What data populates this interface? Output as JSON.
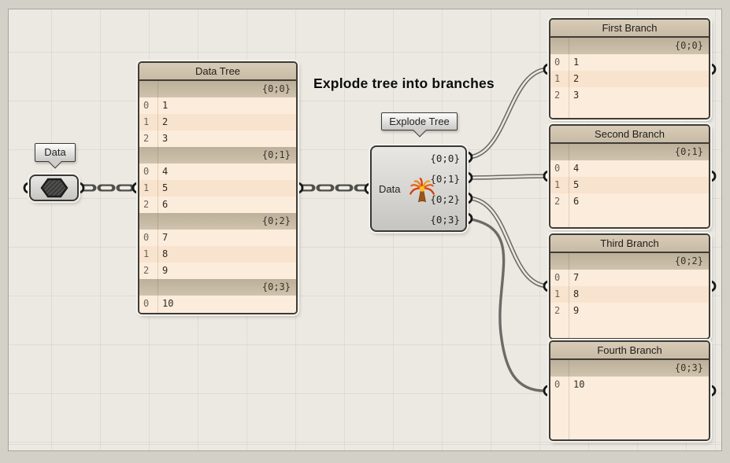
{
  "comment": "Explode tree into branches",
  "data_param": {
    "tooltip": "Data",
    "icon": "hexagon-data-icon"
  },
  "explode": {
    "tooltip": "Explode Tree",
    "input_label": "Data",
    "icon": "explode-tree-icon",
    "outputs": [
      "{0;0}",
      "{0;1}",
      "{0;2}",
      "{0;3}"
    ]
  },
  "colors": {
    "wire": "#6b6b68",
    "panel_row": "#fcecdb",
    "panel_band": "#c7bba6",
    "panel_header": "#cfc2ad",
    "canvas": "#ebe9e2"
  },
  "panels": [
    {
      "key": "data-tree",
      "title": "Data Tree",
      "sections": [
        {
          "path": "{0;0}",
          "rows": [
            [
              "0",
              "1"
            ],
            [
              "1",
              "2"
            ],
            [
              "2",
              "3"
            ]
          ]
        },
        {
          "path": "{0;1}",
          "rows": [
            [
              "0",
              "4"
            ],
            [
              "1",
              "5"
            ],
            [
              "2",
              "6"
            ]
          ]
        },
        {
          "path": "{0;2}",
          "rows": [
            [
              "0",
              "7"
            ],
            [
              "1",
              "8"
            ],
            [
              "2",
              "9"
            ]
          ]
        },
        {
          "path": "{0;3}",
          "rows": [
            [
              "0",
              "10"
            ]
          ]
        }
      ]
    },
    {
      "key": "first-branch",
      "title": "First Branch",
      "sections": [
        {
          "path": "{0;0}",
          "rows": [
            [
              "0",
              "1"
            ],
            [
              "1",
              "2"
            ],
            [
              "2",
              "3"
            ]
          ]
        }
      ]
    },
    {
      "key": "second-branch",
      "title": "Second Branch",
      "sections": [
        {
          "path": "{0;1}",
          "rows": [
            [
              "0",
              "4"
            ],
            [
              "1",
              "5"
            ],
            [
              "2",
              "6"
            ]
          ]
        }
      ]
    },
    {
      "key": "third-branch",
      "title": "Third Branch",
      "sections": [
        {
          "path": "{0;2}",
          "rows": [
            [
              "0",
              "7"
            ],
            [
              "1",
              "8"
            ],
            [
              "2",
              "9"
            ]
          ]
        }
      ]
    },
    {
      "key": "fourth-branch",
      "title": "Fourth Branch",
      "sections": [
        {
          "path": "{0;3}",
          "rows": [
            [
              "0",
              "10"
            ]
          ]
        }
      ]
    }
  ]
}
